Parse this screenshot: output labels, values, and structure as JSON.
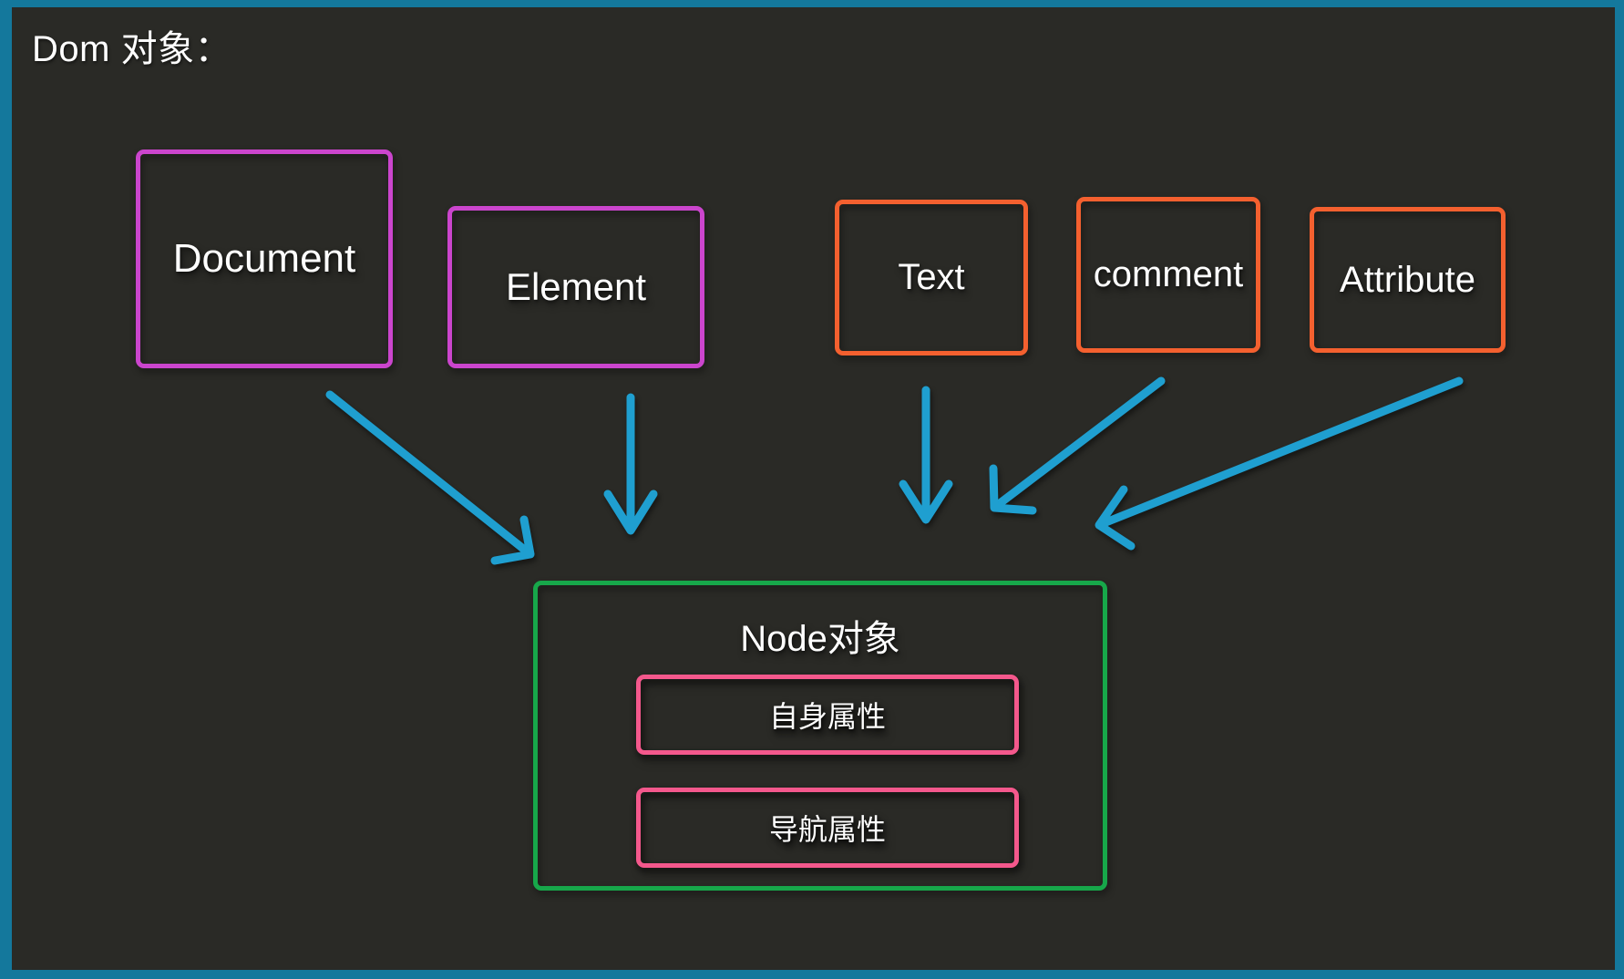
{
  "slide": {
    "title": "Dom 对象：",
    "background_color": "#2a2a26",
    "frame_color": "#14789c",
    "text_color": "#ffffff"
  },
  "top_nodes": [
    {
      "id": "document",
      "label": "Document",
      "border_color": "#cb45cd"
    },
    {
      "id": "element",
      "label": "Element",
      "border_color": "#cb45cd"
    },
    {
      "id": "text",
      "label": "Text",
      "border_color": "#f4602f"
    },
    {
      "id": "comment",
      "label": "comment",
      "border_color": "#f4602f"
    },
    {
      "id": "attribute",
      "label": "Attribute",
      "border_color": "#f4602f"
    }
  ],
  "node_object": {
    "title": "Node对象",
    "border_color": "#17a74a",
    "properties": [
      {
        "id": "self-properties",
        "label": "自身属性",
        "border_color": "#f4588c"
      },
      {
        "id": "navigation-properties",
        "label": "导航属性",
        "border_color": "#f4588c"
      }
    ]
  },
  "arrows": {
    "color": "#1f9fd0",
    "connections": [
      {
        "from": "document",
        "to": "node-object",
        "direction": "down-right"
      },
      {
        "from": "element",
        "to": "node-object",
        "direction": "down"
      },
      {
        "from": "text",
        "to": "node-object",
        "direction": "down"
      },
      {
        "from": "comment",
        "to": "node-object",
        "direction": "down-left"
      },
      {
        "from": "attribute",
        "to": "node-object",
        "direction": "down-left"
      }
    ]
  }
}
